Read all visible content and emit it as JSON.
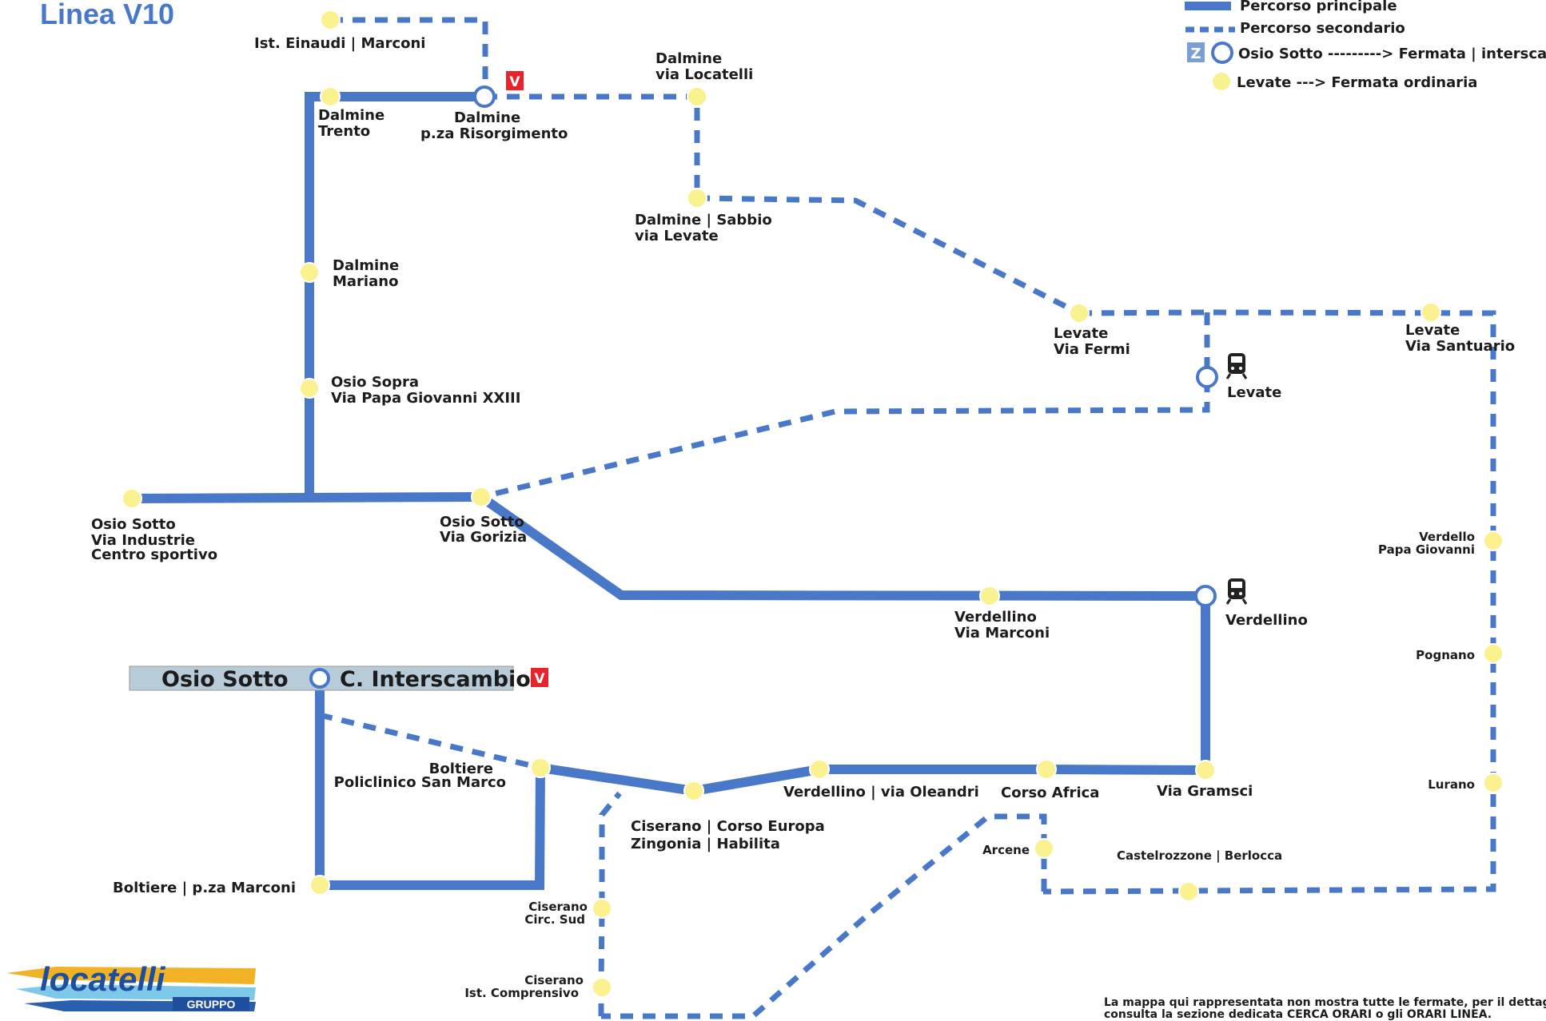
{
  "title": "Linea V10",
  "legend": {
    "main": "Percorso principale",
    "secondary": "Percorso secondario",
    "interchange_badge": "Z",
    "interchange": "Osio Sotto ---------> Fermata | interscambio",
    "ordinary": "Levate ---> Fermata ordinaria"
  },
  "hub": {
    "left": "Osio Sotto",
    "right": "C. Interscambio",
    "badge": "V"
  },
  "badge_top": "V",
  "stations": {
    "einaudi": "Ist. Einaudi | Marconi",
    "trento": [
      "Dalmine",
      "Trento"
    ],
    "risorgimento": [
      "Dalmine",
      "p.za Risorgimento"
    ],
    "locatelli": [
      "Dalmine",
      "via Locatelli"
    ],
    "sabbio": [
      "Dalmine | Sabbio",
      "via Levate"
    ],
    "mariano": [
      "Dalmine",
      "Mariano"
    ],
    "osio_sopra": [
      "Osio Sopra",
      "Via Papa Giovanni XXIII"
    ],
    "levate_fermi": [
      "Levate",
      "Via Fermi"
    ],
    "levate_santuario": [
      "Levate",
      "Via Santuario"
    ],
    "levate": "Levate",
    "osio_industrie": [
      "Osio Sotto",
      "Via Industrie",
      "Centro sportivo"
    ],
    "osio_gorizia": [
      "Osio Sotto",
      "Via Gorizia"
    ],
    "verdello_papa": [
      "Verdello",
      "Papa Giovanni"
    ],
    "verdellino_marconi": [
      "Verdellino",
      "Via Marconi"
    ],
    "verdellino": "Verdellino",
    "pognano": "Pognano",
    "lurano": "Lurano",
    "boltiere_policlinico": [
      "Boltiere",
      "Policlinico San Marco"
    ],
    "ciserano_europa": [
      "Ciserano | Corso Europa",
      "Zingonia | Habilita"
    ],
    "oleandri": "Verdellino | via Oleandri",
    "corso_africa": "Corso Africa",
    "via_gramsci": "Via Gramsci",
    "arcene": "Arcene",
    "castelrozzone": "Castelrozzone | Berlocca",
    "boltiere_marconi": "Boltiere | p.za Marconi",
    "ciserano_sud": [
      "Ciserano",
      "Circ. Sud"
    ],
    "ciserano_comp": [
      "Ciserano",
      "Ist. Comprensivo"
    ]
  },
  "footnote": [
    "La mappa qui rappresentata non mostra tutte le fermate, per il dettaglio",
    "consulta la sezione dedicata CERCA ORARI o gli ORARI LINEA."
  ],
  "logo": {
    "brand": "locatelli",
    "sub": "GRUPPO"
  },
  "colors": {
    "route": "#4a78c8",
    "stop": "#fbf18e",
    "badge": "#e8232a",
    "hub_bg": "#b7cbd9"
  }
}
